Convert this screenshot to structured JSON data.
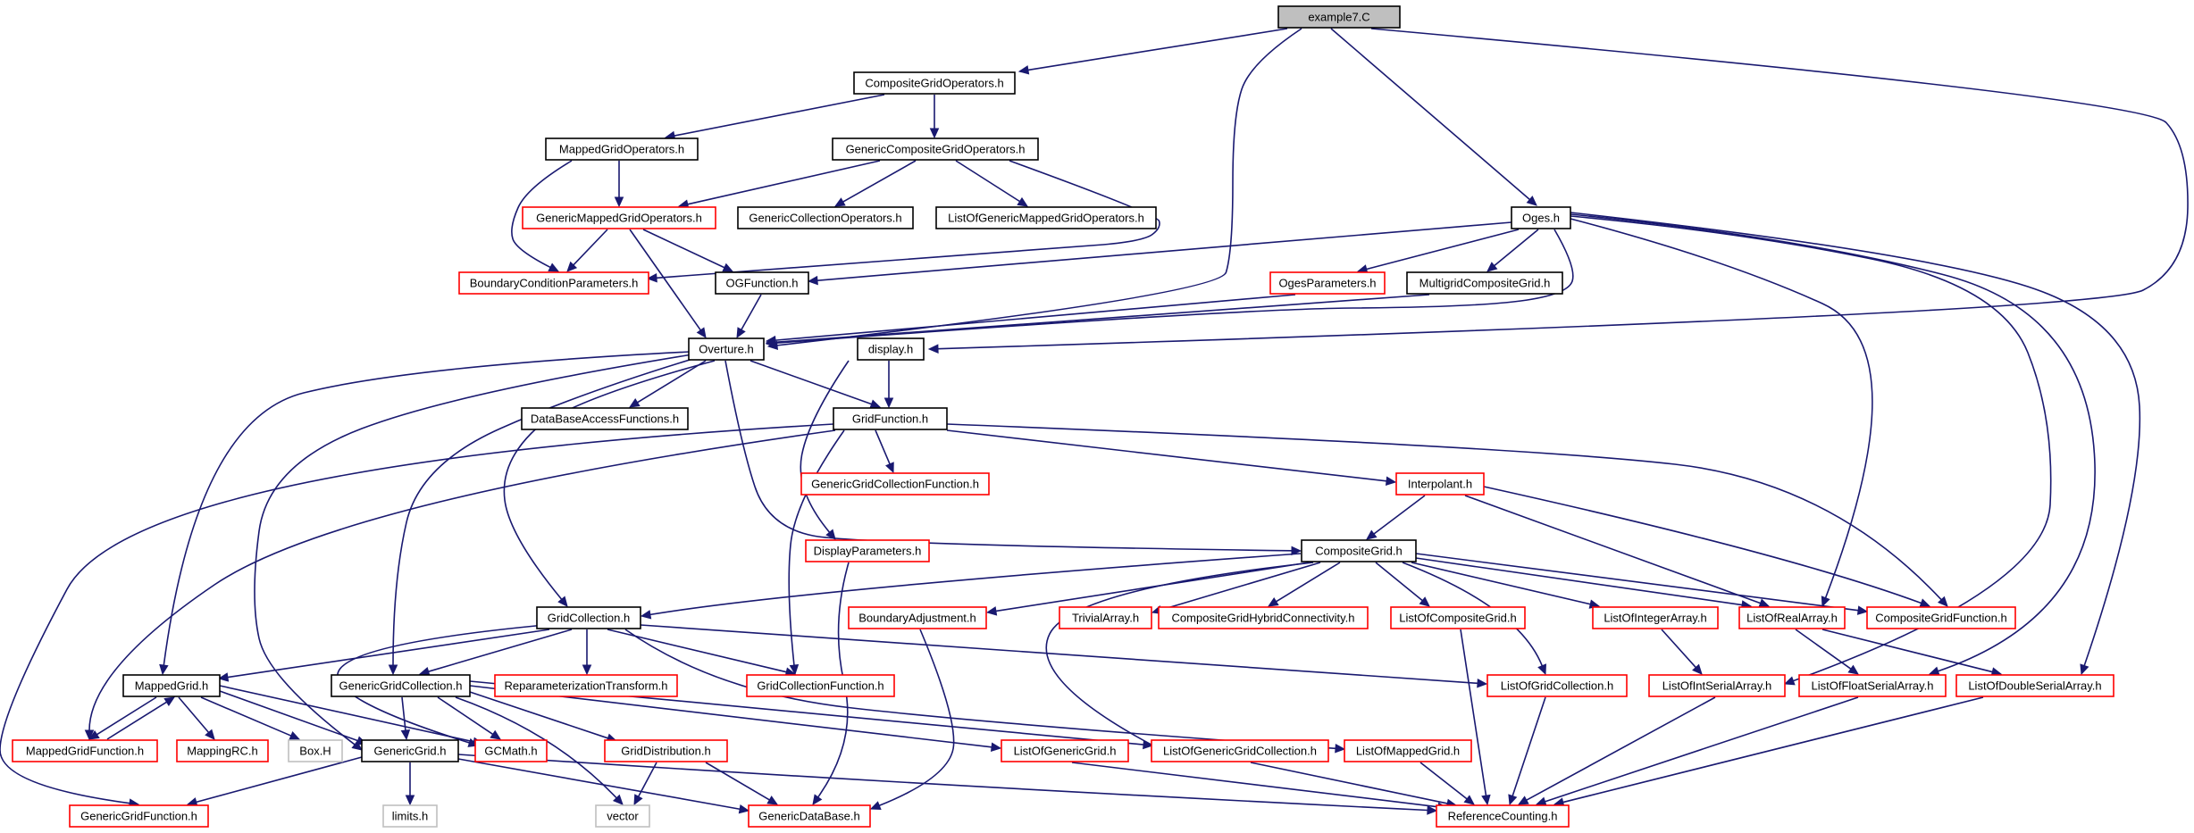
{
  "colors": {
    "edge": "#191970",
    "root_fill": "#bfbfbf",
    "border_normal": "#000000",
    "border_truncated": "#ff0000",
    "border_external": "#bfbfbf"
  },
  "nodes": {
    "example7_c": {
      "label": "example7.C",
      "kind": "root"
    },
    "composite_grid_operators_h": {
      "label": "CompositeGridOperators.h",
      "kind": "normal"
    },
    "oges_h": {
      "label": "Oges.h",
      "kind": "normal"
    },
    "mapped_grid_operators_h": {
      "label": "MappedGridOperators.h",
      "kind": "normal"
    },
    "generic_composite_grid_operators_h": {
      "label": "GenericCompositeGridOperators.h",
      "kind": "normal"
    },
    "generic_mapped_grid_operators_h": {
      "label": "GenericMappedGridOperators.h",
      "kind": "truncated"
    },
    "generic_collection_operators_h": {
      "label": "GenericCollectionOperators.h",
      "kind": "normal"
    },
    "list_of_generic_mapped_grid_operators_h": {
      "label": "ListOfGenericMappedGridOperators.h",
      "kind": "normal"
    },
    "boundary_condition_parameters_h": {
      "label": "BoundaryConditionParameters.h",
      "kind": "truncated"
    },
    "og_function_h": {
      "label": "OGFunction.h",
      "kind": "normal"
    },
    "oges_parameters_h": {
      "label": "OgesParameters.h",
      "kind": "truncated"
    },
    "multigrid_composite_grid_h": {
      "label": "MultigridCompositeGrid.h",
      "kind": "normal"
    },
    "overture_h": {
      "label": "Overture.h",
      "kind": "normal"
    },
    "display_h": {
      "label": "display.h",
      "kind": "normal"
    },
    "grid_function_h": {
      "label": "GridFunction.h",
      "kind": "normal"
    },
    "database_access_functions_h": {
      "label": "DataBaseAccessFunctions.h",
      "kind": "normal"
    },
    "generic_grid_collection_function_h": {
      "label": "GenericGridCollectionFunction.h",
      "kind": "truncated"
    },
    "interpolant_h": {
      "label": "Interpolant.h",
      "kind": "truncated"
    },
    "display_parameters_h": {
      "label": "DisplayParameters.h",
      "kind": "truncated"
    },
    "composite_grid_h": {
      "label": "CompositeGrid.h",
      "kind": "normal"
    },
    "grid_collection_h": {
      "label": "GridCollection.h",
      "kind": "normal"
    },
    "boundary_adjustment_h": {
      "label": "BoundaryAdjustment.h",
      "kind": "truncated"
    },
    "trivial_array_h": {
      "label": "TrivialArray.h",
      "kind": "truncated"
    },
    "composite_grid_hybrid_connectivity_h": {
      "label": "CompositeGridHybridConnectivity.h",
      "kind": "truncated"
    },
    "list_of_composite_grid_h": {
      "label": "ListOfCompositeGrid.h",
      "kind": "truncated"
    },
    "list_of_integer_array_h": {
      "label": "ListOfIntegerArray.h",
      "kind": "truncated"
    },
    "list_of_real_array_h": {
      "label": "ListOfRealArray.h",
      "kind": "truncated"
    },
    "composite_grid_function_h": {
      "label": "CompositeGridFunction.h",
      "kind": "truncated"
    },
    "mapped_grid_h": {
      "label": "MappedGrid.h",
      "kind": "normal"
    },
    "generic_grid_collection_h": {
      "label": "GenericGridCollection.h",
      "kind": "normal"
    },
    "reparameterization_transform_h": {
      "label": "ReparameterizationTransform.h",
      "kind": "truncated"
    },
    "grid_collection_function_h": {
      "label": "GridCollectionFunction.h",
      "kind": "truncated"
    },
    "list_of_grid_collection_h": {
      "label": "ListOfGridCollection.h",
      "kind": "truncated"
    },
    "list_of_int_serial_array_h": {
      "label": "ListOfIntSerialArray.h",
      "kind": "truncated"
    },
    "list_of_float_serial_array_h": {
      "label": "ListOfFloatSerialArray.h",
      "kind": "truncated"
    },
    "list_of_double_serial_array_h": {
      "label": "ListOfDoubleSerialArray.h",
      "kind": "truncated"
    },
    "mapped_grid_function_h": {
      "label": "MappedGridFunction.h",
      "kind": "truncated"
    },
    "mapping_rc_h": {
      "label": "MappingRC.h",
      "kind": "truncated"
    },
    "box_h": {
      "label": "Box.H",
      "kind": "external"
    },
    "generic_grid_h": {
      "label": "GenericGrid.h",
      "kind": "normal"
    },
    "gc_math_h": {
      "label": "GCMath.h",
      "kind": "truncated"
    },
    "grid_distribution_h": {
      "label": "GridDistribution.h",
      "kind": "truncated"
    },
    "list_of_generic_grid_h": {
      "label": "ListOfGenericGrid.h",
      "kind": "truncated"
    },
    "list_of_generic_grid_collection_h": {
      "label": "ListOfGenericGridCollection.h",
      "kind": "truncated"
    },
    "list_of_mapped_grid_h": {
      "label": "ListOfMappedGrid.h",
      "kind": "truncated"
    },
    "generic_grid_function_h": {
      "label": "GenericGridFunction.h",
      "kind": "truncated"
    },
    "limits_h": {
      "label": "limits.h",
      "kind": "external"
    },
    "vector": {
      "label": "vector",
      "kind": "external"
    },
    "generic_database_h": {
      "label": "GenericDataBase.h",
      "kind": "truncated"
    },
    "reference_counting_h": {
      "label": "ReferenceCounting.h",
      "kind": "truncated"
    }
  }
}
